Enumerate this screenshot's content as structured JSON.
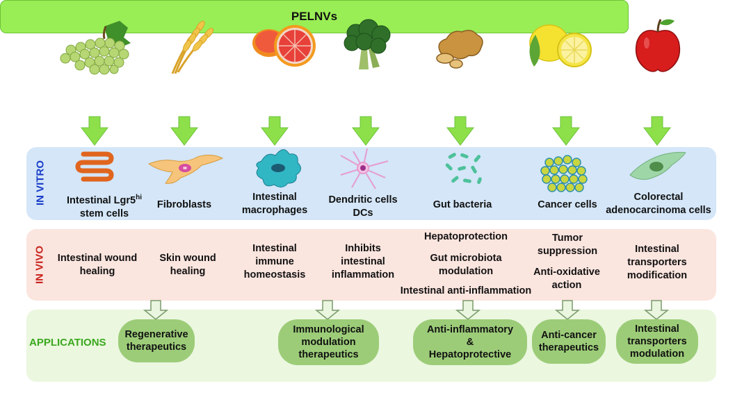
{
  "foods": [
    "grape-icon",
    "wheat-icon",
    "grapefruit-icon",
    "broccoli-icon",
    "ginger-icon",
    "lemon-icon",
    "apple-icon"
  ],
  "main_label": "PELNVs",
  "in_vitro": {
    "side_label": "IN VITRO",
    "items": [
      {
        "icon": "intestinal-stem-cell-icon",
        "line1": "Intestinal Lgr5",
        "sup": "hi",
        "line2": "stem cells"
      },
      {
        "icon": "fibroblast-icon",
        "line1": "Fibroblasts",
        "line2": ""
      },
      {
        "icon": "macrophage-icon",
        "line1": "Intestinal",
        "line2": "macrophages"
      },
      {
        "icon": "dendritic-cell-icon",
        "line1": "Dendritic cells",
        "line2": "DCs"
      },
      {
        "icon": "gut-bacteria-icon",
        "line1": "Gut bacteria",
        "line2": ""
      },
      {
        "icon": "cancer-cells-icon",
        "line1": "Cancer cells",
        "line2": ""
      },
      {
        "icon": "adenocarcinoma-cell-icon",
        "line1": "Colorectal",
        "line2": "adenocarcinoma cells"
      }
    ]
  },
  "in_vivo": {
    "side_label": "IN VIVO",
    "col1": [
      "Intestinal wound",
      "healing"
    ],
    "col2": [
      "Skin wound",
      "healing"
    ],
    "col3": [
      "Intestinal",
      "immune",
      "homeostasis"
    ],
    "col4": [
      "Inhibits",
      "intestinal",
      "inflammation"
    ],
    "col5a": "Hepatoprotection",
    "col5b": [
      "Gut microbiota",
      "modulation"
    ],
    "col5c": "Intestinal anti-inflammation",
    "col6a": [
      "Tumor",
      "suppression"
    ],
    "col6b": [
      "Anti-oxidative",
      "action"
    ],
    "col7": [
      "Intestinal",
      "transporters",
      "modification"
    ]
  },
  "applications": {
    "side_label": "APPLICATIONS",
    "items": [
      [
        "Regenerative",
        "therapeutics"
      ],
      [
        "Immunological",
        "modulation",
        "therapeutics"
      ],
      [
        "Anti-inflammatory",
        "&",
        "Hepatoprotective"
      ],
      [
        "Anti-cancer",
        "therapeutics"
      ],
      [
        "Intestinal",
        "transporters",
        "modulation"
      ]
    ]
  },
  "colors": {
    "bar": "#99ee55",
    "arrow": "#8de04a",
    "in_vitro_bg": "#d4e6f8",
    "in_vivo_bg": "#fbe5df",
    "applications_bg": "#ebf7df",
    "in_vitro_text": "#1a3cc8",
    "in_vivo_text": "#c8261e",
    "applications_text": "#3aa81e",
    "pill": "#9ccc78"
  }
}
